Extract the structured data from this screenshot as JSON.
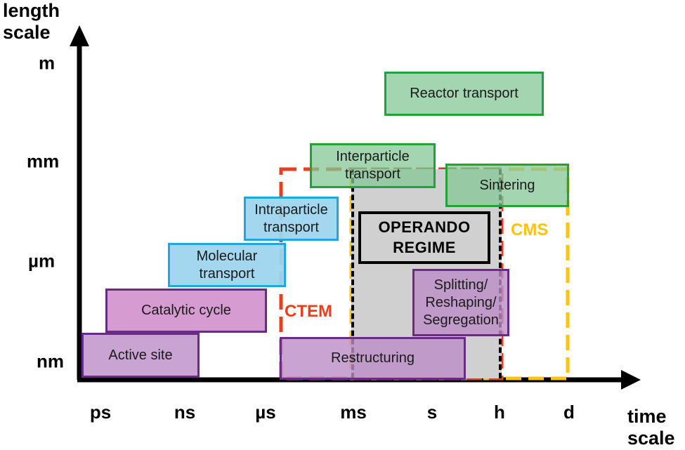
{
  "axes": {
    "y_label_line1": "length",
    "y_label_line2": "scale",
    "x_label_line1": "time",
    "x_label_line2": "scale",
    "y_ticks": [
      "nm",
      "µm",
      "mm",
      "m"
    ],
    "x_ticks": [
      "ps",
      "ns",
      "µs",
      "ms",
      "s",
      "h",
      "d"
    ]
  },
  "processes": {
    "reactor_transport": "Reactor transport",
    "interparticle_line1": "Interparticle",
    "interparticle_line2": "transport",
    "sintering": "Sintering",
    "intraparticle_line1": "Intraparticle",
    "intraparticle_line2": "transport",
    "molecular_line1": "Molecular",
    "molecular_line2": "transport",
    "catalytic_cycle": "Catalytic cycle",
    "active_site": "Active site",
    "restructuring": "Restructuring",
    "splitting_line1": "Splitting/",
    "splitting_line2": "Reshaping/",
    "splitting_line3": "Segregation"
  },
  "regimes": {
    "operando_line1": "OPERANDO",
    "operando_line2": "REGIME",
    "ctem": "CTEM",
    "cms": "CMS"
  },
  "colors": {
    "green_border": "#22a33a",
    "blue_border": "#1fa8df",
    "purple_border": "#6a2b86",
    "ctem": "#e8401c",
    "cms": "#ffc20e",
    "operando_fill": "#d0d0d0"
  }
}
